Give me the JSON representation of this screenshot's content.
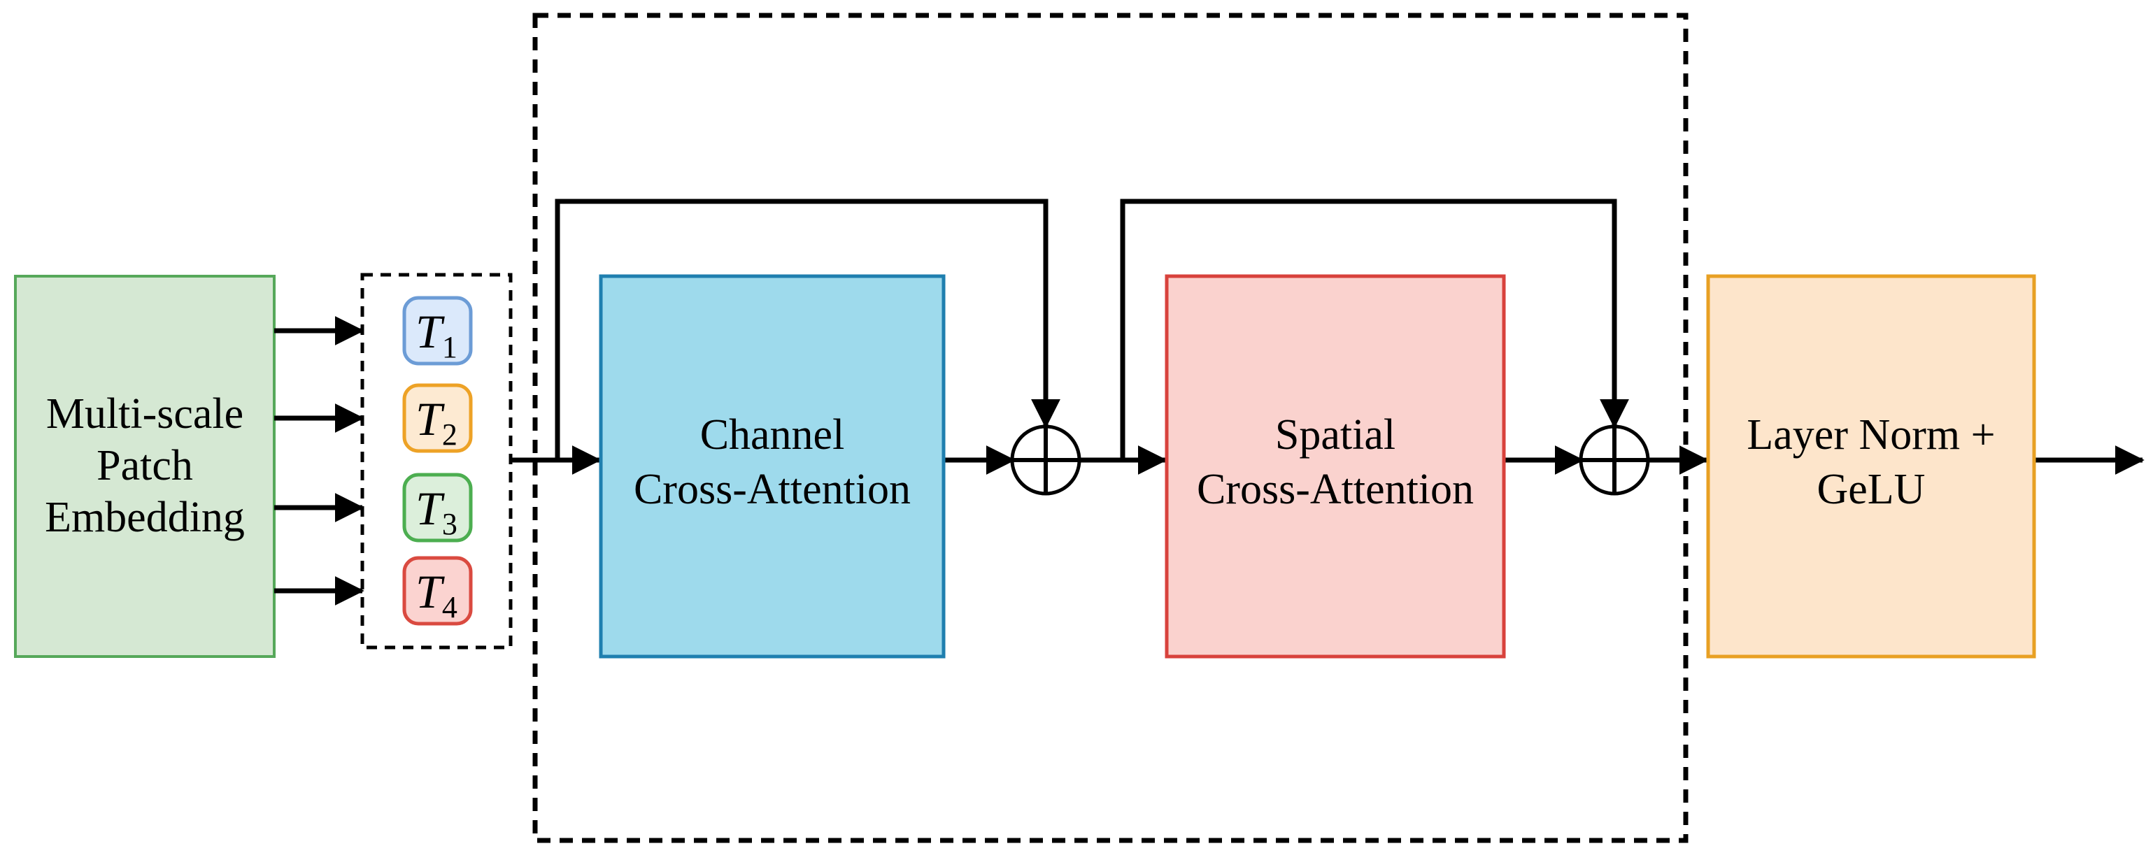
{
  "diagram": {
    "background": "#ffffff",
    "line_color": "#000000",
    "text_color": "#000000",
    "blocks": {
      "embedding": {
        "lines": [
          "Multi-scale",
          "Patch",
          "Embedding"
        ],
        "fill": "#d5e8d3",
        "stroke": "#56a85a"
      },
      "channel": {
        "lines": [
          "Channel",
          "Cross-Attention"
        ],
        "fill": "#9edaec",
        "stroke": "#1f7faf"
      },
      "spatial": {
        "lines": [
          "Spatial",
          "Cross-Attention"
        ],
        "fill": "#fad2ce",
        "stroke": "#d8423c"
      },
      "layernorm": {
        "lines": [
          "Layer Norm +",
          "GeLU"
        ],
        "fill": "#fde5cb",
        "stroke": "#e8a023"
      }
    },
    "tokens": [
      {
        "label": "T",
        "sub": "1",
        "fill": "#dbe9fb",
        "stroke": "#6c9cd6"
      },
      {
        "label": "T",
        "sub": "2",
        "fill": "#fdead2",
        "stroke": "#eda226"
      },
      {
        "label": "T",
        "sub": "3",
        "fill": "#dcefdb",
        "stroke": "#4cae50"
      },
      {
        "label": "T",
        "sub": "4",
        "fill": "#fbd3d0",
        "stroke": "#da4a40"
      }
    ],
    "operators": [
      {
        "icon": "plus-circle-icon"
      },
      {
        "icon": "plus-circle-icon"
      }
    ]
  }
}
